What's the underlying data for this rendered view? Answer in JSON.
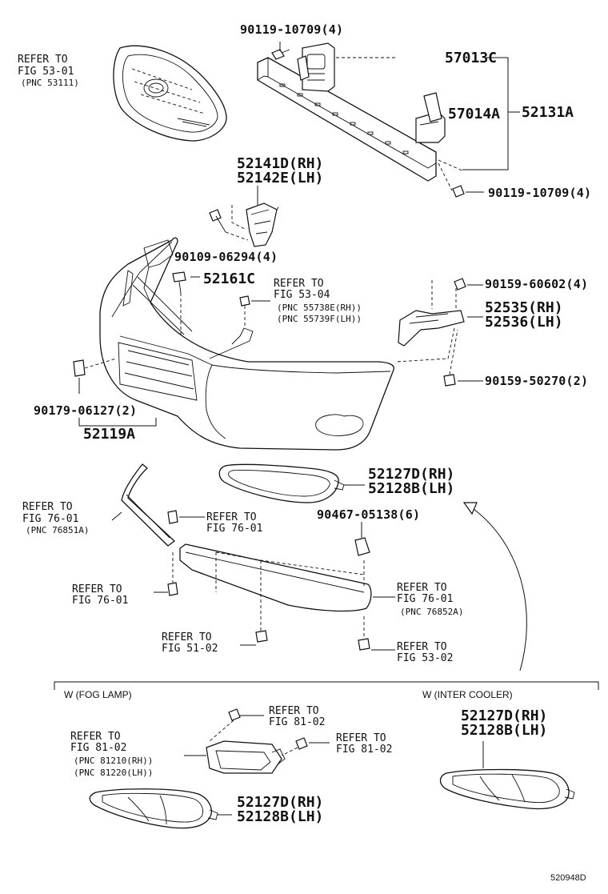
{
  "figure_id": "520948D",
  "parts": {
    "bolt_90119_top": "90119-10709(4)",
    "bracket_57013C": "57013C",
    "bracket_57014A": "57014A",
    "reinforcement_52131A": "52131A",
    "bolt_90119_right": "90119-10709(4)",
    "bracket_52141D": "52141D(RH)",
    "bracket_52142E": "52142E(LH)",
    "bolt_90109": "90109-06294(4)",
    "retainer_52161C": "52161C",
    "bolt_90159_60602": "90159-60602(4)",
    "spacer_52535": "52535(RH)",
    "spacer_52536": "52536(LH)",
    "bolt_90159_50270": "90159-50270(2)",
    "clip_90179": "90179-06127(2)",
    "bumper_cover_52119A": "52119A",
    "cover_52127D_mid": "52127D(RH)",
    "cover_52128B_mid": "52128B(LH)",
    "clip_90467": "90467-05138(6)",
    "cover_52127D_fog": "52127D(RH)",
    "cover_52128B_fog": "52128B(LH)",
    "cover_52127D_ic": "52127D(RH)",
    "cover_52128B_ic": "52128B(LH)"
  },
  "references": {
    "grille": {
      "line1": "REFER TO",
      "line2": "FIG 53-01",
      "line3": "(PNC 53111)"
    },
    "hood_lock": {
      "line1": "REFER TO",
      "line2": "FIG 53-04",
      "line3": "(PNC 55738E(RH))",
      "line4": "(PNC 55739F(LH))"
    },
    "spoiler_left": {
      "line1": "REFER TO",
      "line2": "FIG 76-01",
      "line3": "(PNC 76851A)"
    },
    "spoiler_clip": {
      "line1": "REFER TO",
      "line2": "FIG 76-01"
    },
    "spoiler_screw": {
      "line1": "REFER TO",
      "line2": "FIG 76-01"
    },
    "spoiler_right": {
      "line1": "REFER TO",
      "line2": "FIG 76-01",
      "line3": "(PNC 76852A)"
    },
    "screw_51_02": {
      "line1": "REFER TO",
      "line2": "FIG 51-02"
    },
    "screw_53_02": {
      "line1": "REFER TO",
      "line2": "FIG 53-02"
    },
    "fog_top": {
      "line1": "REFER TO",
      "line2": "FIG 81-02"
    },
    "fog_left": {
      "line1": "REFER TO",
      "line2": "FIG 81-02",
      "line3": "(PNC 81210(RH))",
      "line4": "(PNC 81220(LH))"
    },
    "fog_right": {
      "line1": "REFER TO",
      "line2": "FIG 81-02"
    }
  },
  "sections": {
    "fog_lamp": "W (FOG LAMP)",
    "inter_cooler": "W (INTER COOLER)"
  }
}
